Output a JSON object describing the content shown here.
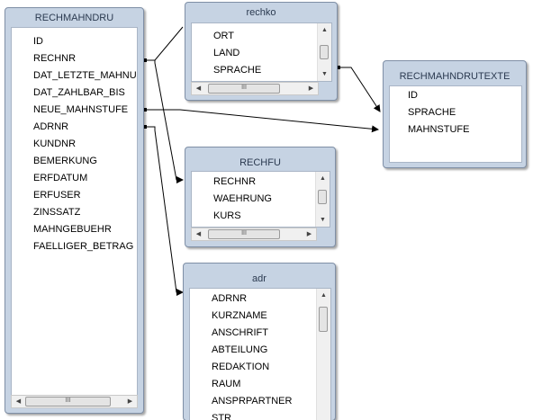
{
  "tables": {
    "rechmahndru": {
      "title": "RECHMAHNDRU",
      "columns": [
        "ID",
        "RECHNR",
        "DAT_LETZTE_MAHNU",
        "DAT_ZAHLBAR_BIS",
        "NEUE_MAHNSTUFE",
        "ADRNR",
        "KUNDNR",
        "BEMERKUNG",
        "ERFDATUM",
        "ERFUSER",
        "ZINSSATZ",
        "MAHNGEBUEHR",
        "FAELLIGER_BETRAG"
      ]
    },
    "rechko": {
      "title": "rechko",
      "columns": [
        "ORT",
        "LAND",
        "SPRACHE"
      ]
    },
    "rechmahndrutexte": {
      "title": "RECHMAHNDRUTEXTE",
      "columns": [
        "ID",
        "SPRACHE",
        "MAHNSTUFE"
      ]
    },
    "rechfu": {
      "title": "RECHFU",
      "columns": [
        "RECHNR",
        "WAEHRUNG",
        "KURS"
      ]
    },
    "adr": {
      "title": "adr",
      "columns": [
        "ADRNR",
        "KURZNAME",
        "ANSCHRIFT",
        "ABTEILUNG",
        "REDAKTION",
        "RAUM",
        "ANSPRPARTNER",
        "STR"
      ]
    }
  },
  "scroll": {
    "up_glyph": "▲",
    "down_glyph": "▼",
    "left_glyph": "◀",
    "right_glyph": "▶",
    "grip_glyph": "III"
  },
  "colors": {
    "table_frame": "#c6d3e3",
    "connector": "#000000"
  }
}
